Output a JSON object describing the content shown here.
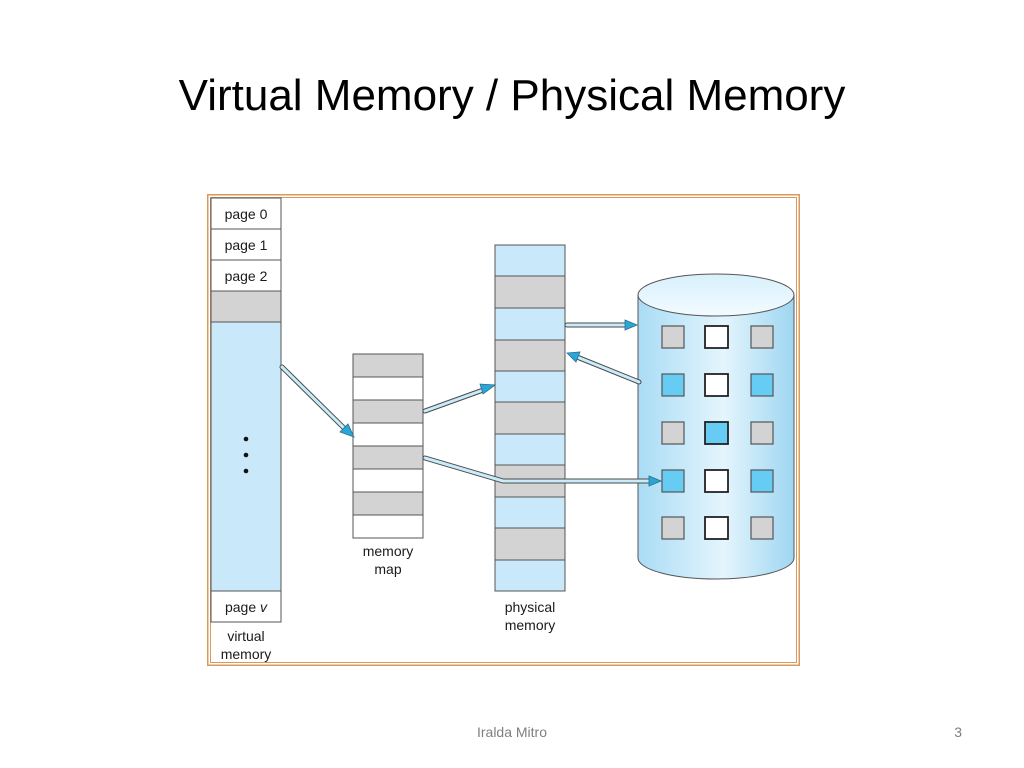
{
  "slide": {
    "title": "Virtual Memory / Physical Memory",
    "author": "Iralda Mitro",
    "page_number": "3"
  },
  "diagram": {
    "virtual_memory": {
      "pages": [
        "page 0",
        "page 1",
        "page 2"
      ],
      "ellipsis": "• • •",
      "last_page_prefix": "page ",
      "last_page_var": "v",
      "caption_line1": "virtual",
      "caption_line2": "memory"
    },
    "memory_map": {
      "caption_line1": "memory",
      "caption_line2": "map",
      "entries": 8
    },
    "physical_memory": {
      "caption_line1": "physical",
      "caption_line2": "memory",
      "frames": 11
    },
    "disk": {
      "grid_rows": 5,
      "grid_cols": 3
    },
    "colors": {
      "frame_border": "#d89a5a",
      "light_blue": "#c9e9fb",
      "gray": "#d3d3d3",
      "bright_blue": "#66ccf3",
      "arrow": "#2aa6d6"
    }
  }
}
